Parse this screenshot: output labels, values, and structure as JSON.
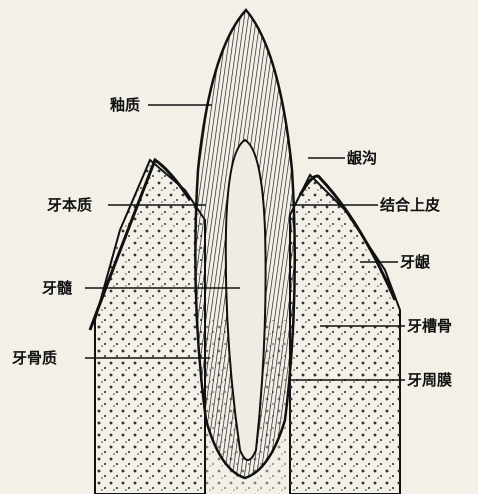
{
  "labels": {
    "enamel": "釉质",
    "gingival_sulcus": "龈沟",
    "dentin": "牙本质",
    "junctional_epithelium": "结合上皮",
    "gingiva": "牙龈",
    "pulp": "牙髓",
    "alveolar_bone": "牙槽骨",
    "cementum": "牙骨质",
    "periodontal_ligament": "牙周膜"
  },
  "colors": {
    "background": "#f3f0e8",
    "ink": "#111111",
    "bone_fill": "#e6e1d6",
    "pulp_fill": "#efece4"
  }
}
